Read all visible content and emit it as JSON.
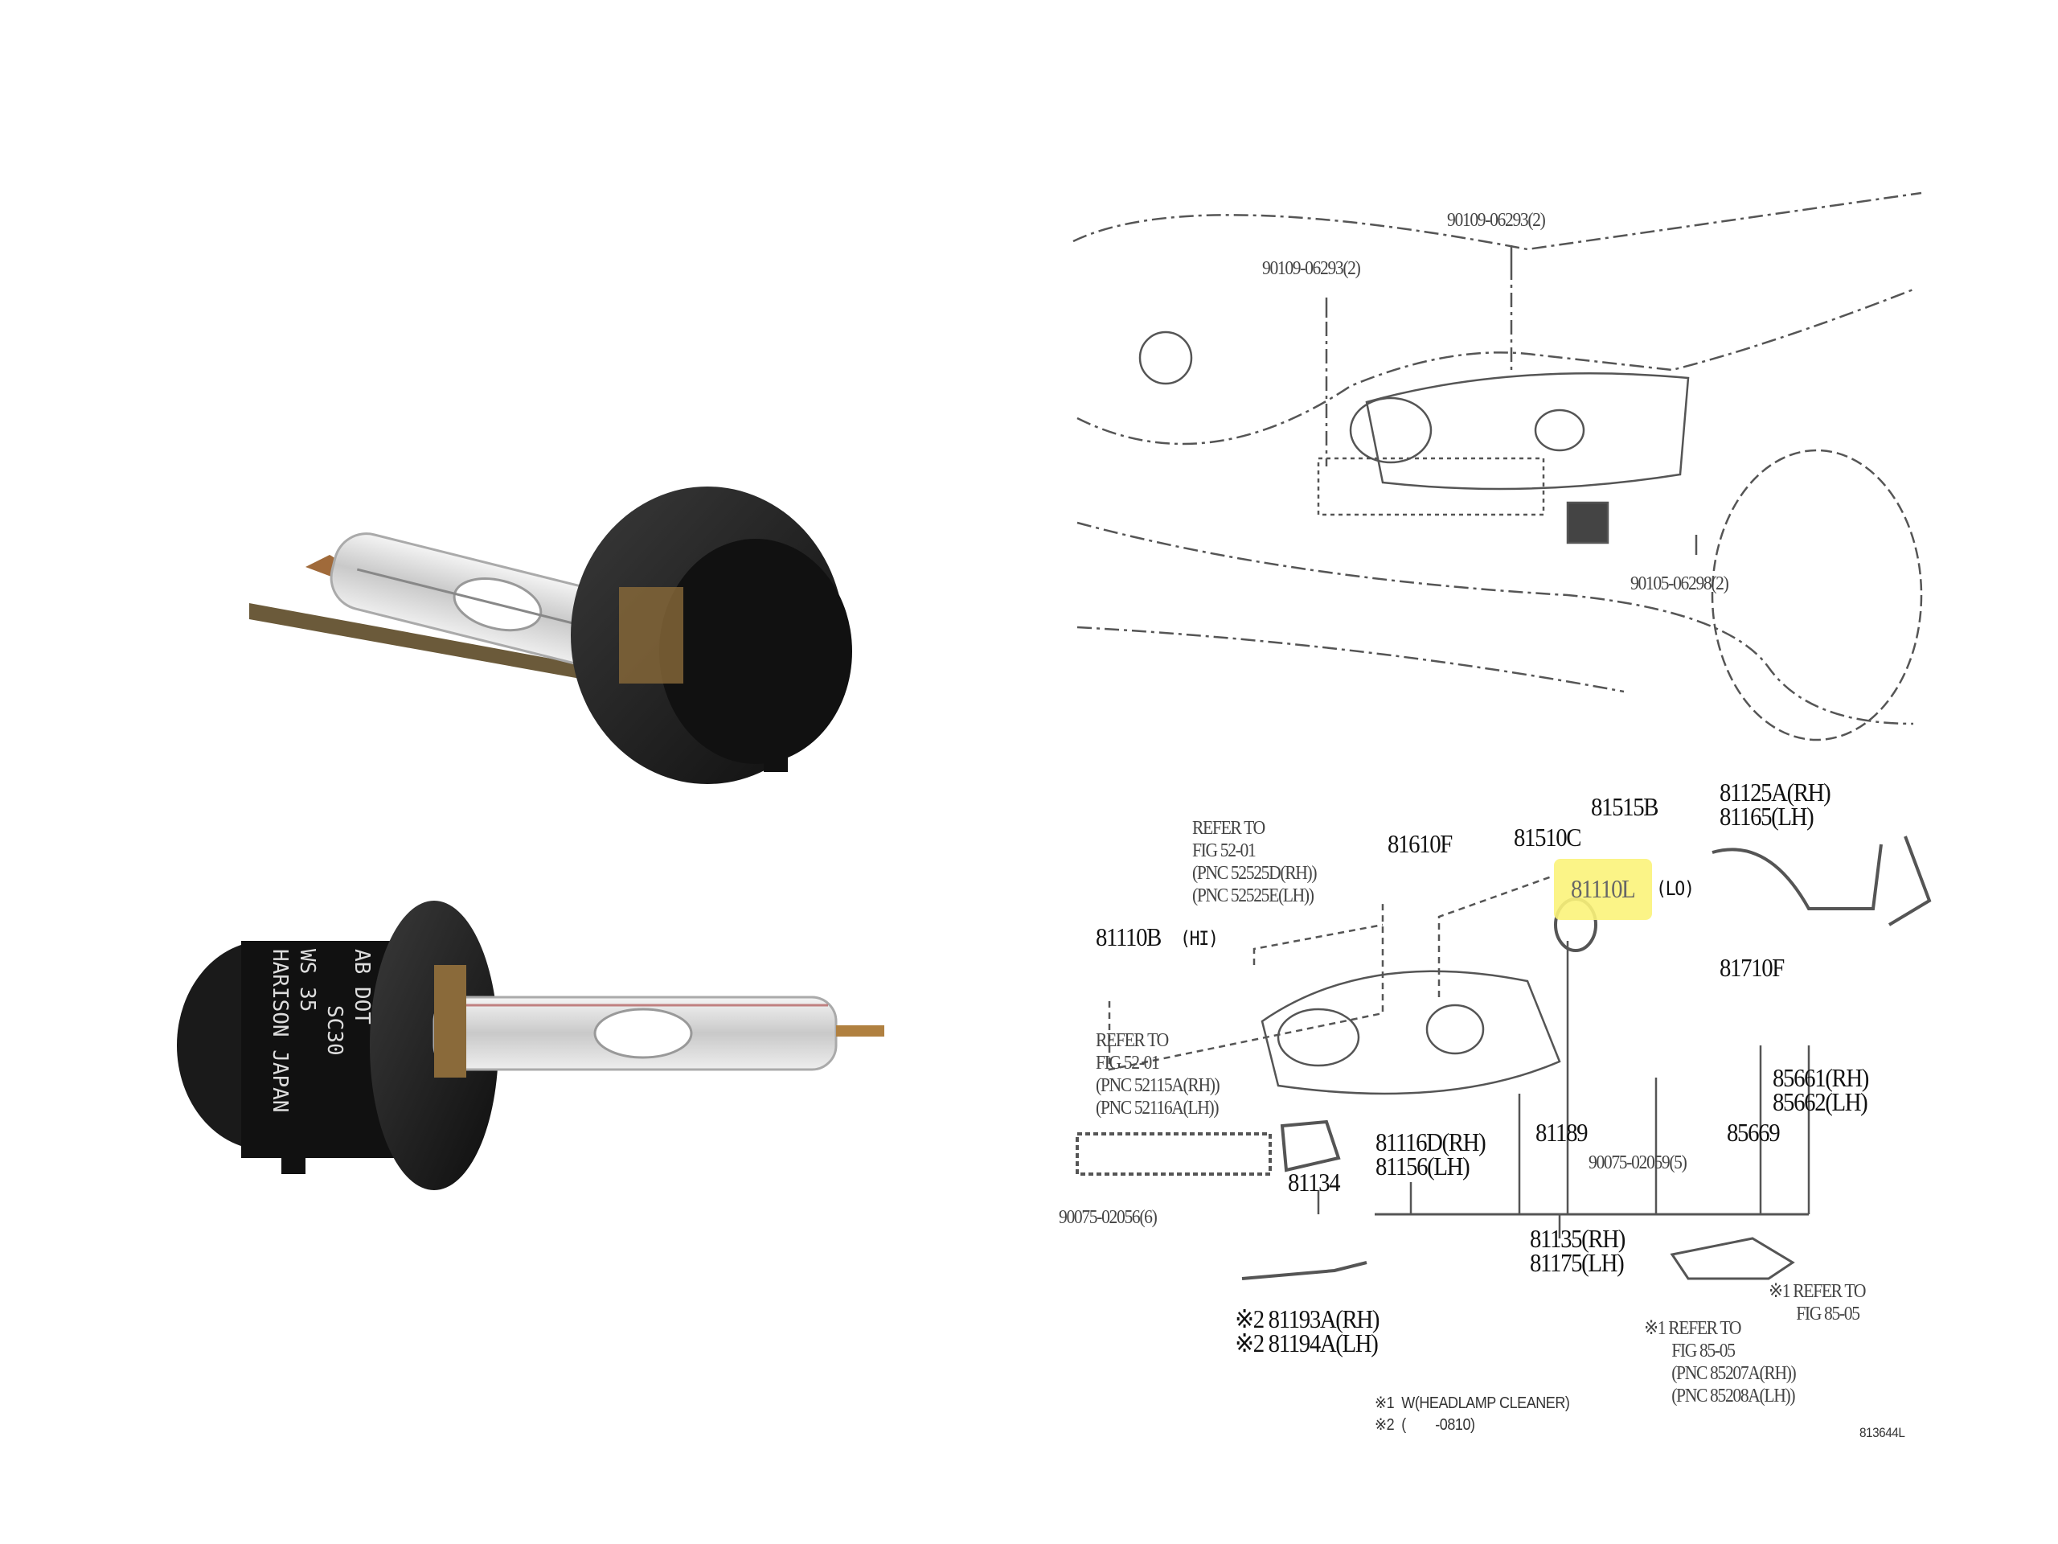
{
  "bulbs": {
    "bottom_bulb_markings": [
      "HARISON JAPAN",
      "WS 35",
      "SC30",
      "AB DOT"
    ]
  },
  "car_diagram": {
    "callouts": [
      {
        "id": "bolt_top",
        "text": "90109-06293(2)"
      },
      {
        "id": "bolt_left",
        "text": "90109-06293(2)"
      },
      {
        "id": "bolt_fender",
        "text": "90105-06298(2)"
      }
    ]
  },
  "parts_diagram": {
    "refer_52_upper": [
      "REFER TO",
      "FIG 52-01",
      "(PNC 52525D(RH))",
      "(PNC 52525E(LH))"
    ],
    "p81610F": "81610F",
    "p81510C": "81510C",
    "p81515B": "81515B",
    "p81125A": [
      "81125A(RH)",
      "81165(LH)"
    ],
    "p81110L": "81110L",
    "p81110L_suffix": "(LO)",
    "p81110B": "81110B",
    "p81110B_suffix": "(HI)",
    "p81710F": "81710F",
    "refer_52_lower": [
      "REFER TO",
      "FIG 52-01",
      "(PNC 52115A(RH))",
      "(PNC 52116A(LH))"
    ],
    "p85661": [
      "85661(RH)",
      "85662(LH)"
    ],
    "p81189": "81189",
    "p85669": "85669",
    "p81116D": [
      "81116D(RH)",
      "81156(LH)"
    ],
    "p90075_02059": "90075-02059(5)",
    "p81134": "81134",
    "p90075_02056": "90075-02056(6)",
    "p81135": [
      "81135(RH)",
      "81175(LH)"
    ],
    "refer_85_right": [
      "※1 REFER TO",
      "FIG 85-05"
    ],
    "p81193A": [
      "※2 81193A(RH)",
      "※2 81194A(LH)"
    ],
    "refer_85_lower": [
      "※1 REFER TO",
      "FIG 85-05",
      "(PNC 85207A(RH))",
      "(PNC 85208A(LH))"
    ],
    "notes": [
      "※1  W(HEADLAMP CLEANER)",
      "※2  (        -0810)"
    ],
    "figure_code": "813644L"
  },
  "colors": {
    "highlight": "#fbf37a",
    "line": "#555555"
  }
}
